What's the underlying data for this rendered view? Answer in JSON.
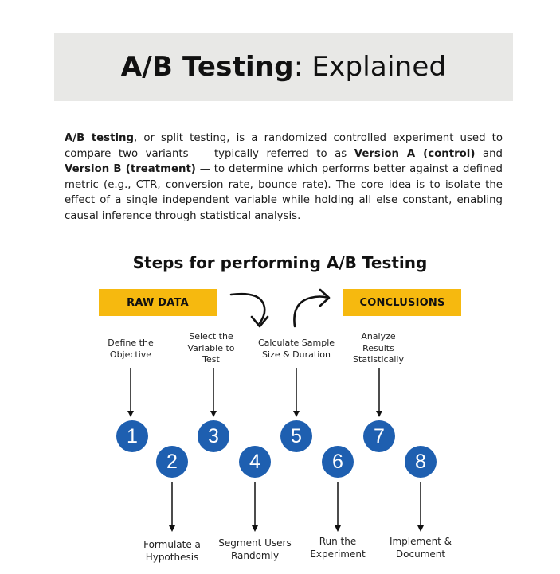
{
  "header": {
    "title_bold": "A/B Testing",
    "title_rest": ": Explained"
  },
  "intro": {
    "p1_bold": "A/B testing",
    "p1_text": ", or split testing, is a randomized controlled experiment used to compare two variants — typically referred to as ",
    "version_a": "Version A (control)",
    "and_text": " and ",
    "version_b": "Version B (treatment)",
    "p2_text": " — to determine which performs better against a defined metric (e.g., CTR, conversion rate, bounce rate). The core idea is to isolate the effect of a single independent variable while holding all else constant, enabling causal inference through statistical analysis."
  },
  "steps_heading": "Steps for performing A/B Testing",
  "tags": {
    "raw_data": "RAW DATA",
    "conclusions": "CONCLUSIONS"
  },
  "steps": [
    {
      "number": "1",
      "label_line1": "Define the",
      "label_line2": "Objective",
      "label_line3": ""
    },
    {
      "number": "2",
      "label_line1": "Formulate a",
      "label_line2": "Hypothesis",
      "label_line3": ""
    },
    {
      "number": "3",
      "label_line1": "Select the",
      "label_line2": "Variable to",
      "label_line3": "Test"
    },
    {
      "number": "4",
      "label_line1": "Segment Users",
      "label_line2": "Randomly",
      "label_line3": ""
    },
    {
      "number": "5",
      "label_line1": "Calculate Sample",
      "label_line2": "Size & Duration",
      "label_line3": ""
    },
    {
      "number": "6",
      "label_line1": "Run the",
      "label_line2": "Experiment",
      "label_line3": ""
    },
    {
      "number": "7",
      "label_line1": "Analyze",
      "label_line2": "Results",
      "label_line3": "Statistically"
    },
    {
      "number": "8",
      "label_line1": "Implement &",
      "label_line2": "Document",
      "label_line3": ""
    }
  ],
  "colors": {
    "banner_bg": "#e8e8e6",
    "tag_yellow": "#f6b90f",
    "circle_blue": "#1e5fb0"
  },
  "icons": {
    "curved_arrow_down": "curved-arrow-down-icon",
    "curved_arrow_up": "curved-arrow-up-icon"
  }
}
